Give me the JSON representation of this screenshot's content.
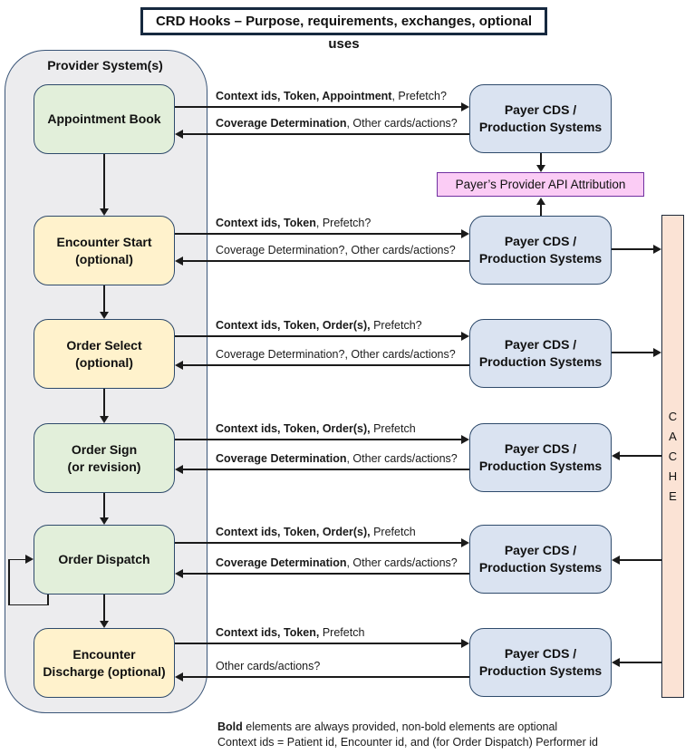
{
  "title": "CRD Hooks – Purpose, requirements, exchanges, optional uses",
  "provider_container": {
    "label": "Provider System(s)"
  },
  "payer_label": "Payer CDS /\nProduction Systems",
  "attribution": {
    "label": "Payer’s Provider API Attribution"
  },
  "cache": {
    "label": "C\nA\nC\nH\nE"
  },
  "rows": [
    {
      "provider": {
        "label": "Appointment Book",
        "fill": "#e2efda"
      },
      "request": {
        "bold": "Context ids, Token, Appointment",
        "rest": ", Prefetch?"
      },
      "response": {
        "bold": "Coverage Determination",
        "rest": ", Other cards/actions?"
      }
    },
    {
      "provider": {
        "label": "Encounter Start\n(optional)",
        "fill": "#fff2cc"
      },
      "request": {
        "bold": "Context ids, Token",
        "rest": ", Prefetch?"
      },
      "response": {
        "bold": "",
        "rest": "Coverage Determination?, Other cards/actions?"
      }
    },
    {
      "provider": {
        "label": "Order Select\n(optional)",
        "fill": "#fff2cc"
      },
      "request": {
        "bold": "Context ids, Token, Order(s),",
        "rest": " Prefetch?"
      },
      "response": {
        "bold": "",
        "rest": "Coverage Determination?, Other cards/actions?"
      }
    },
    {
      "provider": {
        "label": "Order Sign\n(or revision)",
        "fill": "#e2efda"
      },
      "request": {
        "bold": "Context ids, Token, Order(s),",
        "rest": " Prefetch"
      },
      "response": {
        "bold": "Coverage Determination",
        "rest": ", Other cards/actions?"
      }
    },
    {
      "provider": {
        "label": "Order Dispatch",
        "fill": "#e2efda"
      },
      "request": {
        "bold": "Context ids, Token, Order(s),",
        "rest": " Prefetch"
      },
      "response": {
        "bold": "Coverage Determination",
        "rest": ", Other cards/actions?"
      }
    },
    {
      "provider": {
        "label": "Encounter\nDischarge (optional)",
        "fill": "#fff2cc"
      },
      "request": {
        "bold": "Context ids, Token,",
        "rest": " Prefetch"
      },
      "response": {
        "bold": "",
        "rest": "Other cards/actions?"
      }
    }
  ],
  "footer": {
    "line1_bold": "Bold",
    "line1_rest": " elements are always provided, non-bold elements are optional",
    "line2": "Context ids = Patient id, Encounter id, and (for Order Dispatch) Performer id"
  },
  "colors": {
    "provider_container_fill": "#ececee",
    "green_box": "#e2efda",
    "yellow_box": "#fff2cc",
    "payer_box": "#dae3f1",
    "attribution_fill": "#fbccf5",
    "attribution_border": "#7030a0",
    "cache_fill": "#fbe3d5",
    "box_border": "#2e4a6b",
    "arrow": "#1a1a1a"
  }
}
